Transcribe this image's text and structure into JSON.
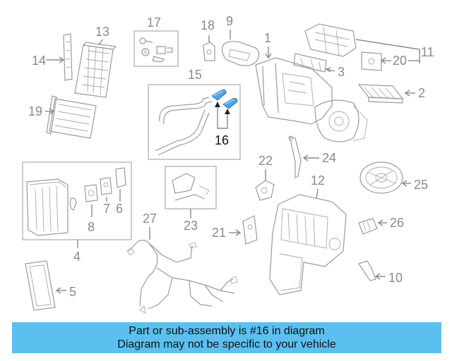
{
  "callouts": {
    "n1": "1",
    "n2": "2",
    "n3": "3",
    "n4": "4",
    "n5": "5",
    "n6": "6",
    "n7": "7",
    "n8": "8",
    "n9": "9",
    "n10": "10",
    "n11": "11",
    "n12": "12",
    "n13": "13",
    "n14": "14",
    "n15": "15",
    "n16": "16",
    "n17": "17",
    "n18": "18",
    "n19": "19",
    "n20": "20",
    "n21": "21",
    "n22": "22",
    "n23": "23",
    "n24": "24",
    "n25": "25",
    "n26": "26",
    "n27": "27"
  },
  "highlight": {
    "part": "16",
    "color": "#4aa6e8"
  },
  "banner": {
    "line1": "Part or sub-assembly is #16 in diagram",
    "line2": "Diagram may not be specific to your vehicle",
    "color": "#5bc0f0"
  }
}
